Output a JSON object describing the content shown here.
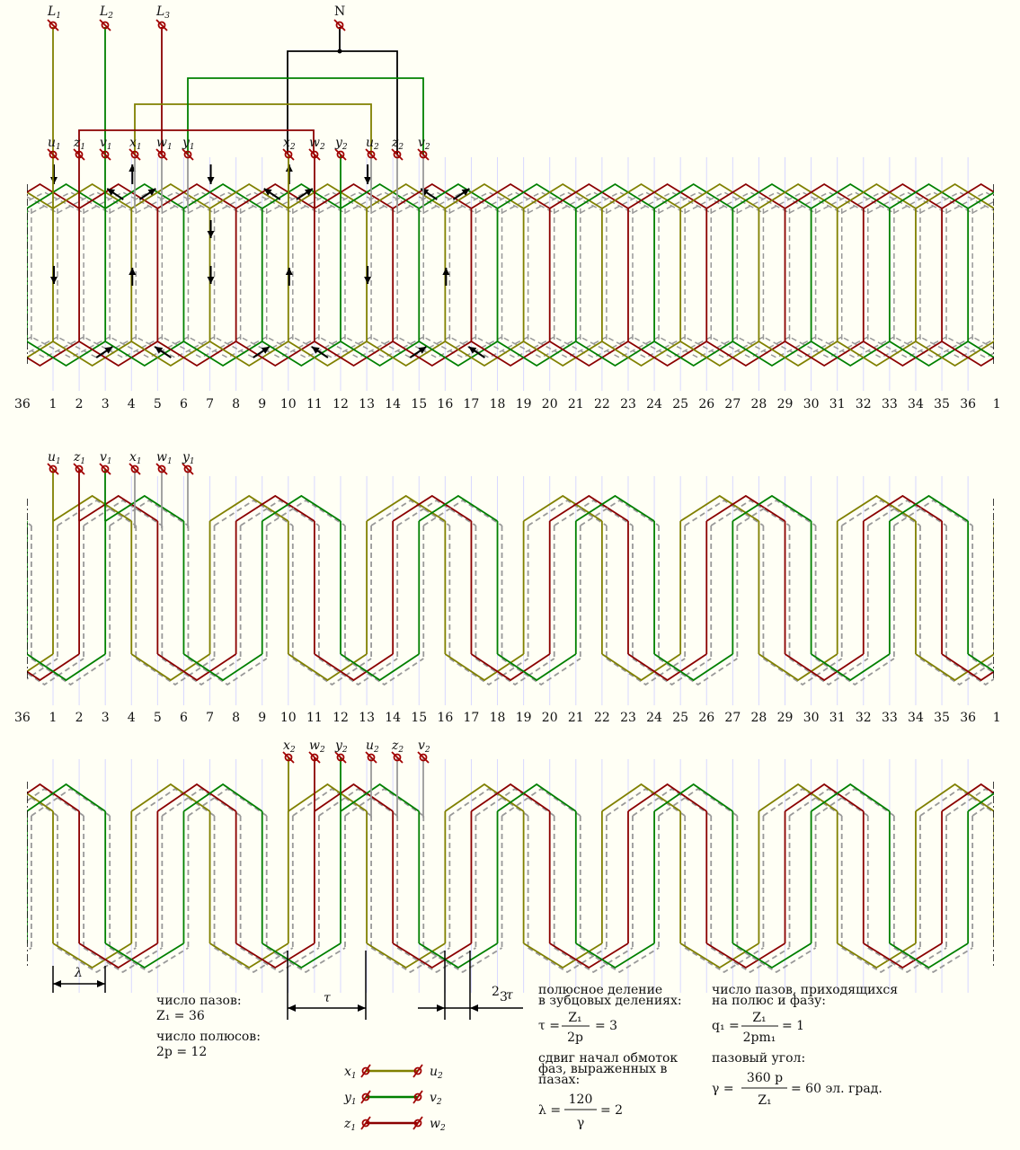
{
  "colors": {
    "phase_u": "#808000",
    "phase_v": "#008000",
    "phase_w": "#8b0000",
    "second_layer": "#999999",
    "grid": "#d8d8ff",
    "terminal": "#a00000",
    "background": "#fffff5"
  },
  "supply": [
    {
      "name": "L",
      "sub": "1"
    },
    {
      "name": "L",
      "sub": "2"
    },
    {
      "name": "L",
      "sub": "3"
    },
    {
      "name": "N",
      "sub": ""
    }
  ],
  "terminals_start": [
    {
      "name": "u",
      "sub": "1"
    },
    {
      "name": "z",
      "sub": "1"
    },
    {
      "name": "v",
      "sub": "1"
    },
    {
      "name": "x",
      "sub": "1"
    },
    {
      "name": "w",
      "sub": "1"
    },
    {
      "name": "y",
      "sub": "1"
    }
  ],
  "terminals_end": [
    {
      "name": "x",
      "sub": "2"
    },
    {
      "name": "w",
      "sub": "2"
    },
    {
      "name": "y",
      "sub": "2"
    },
    {
      "name": "u",
      "sub": "2"
    },
    {
      "name": "z",
      "sub": "2"
    },
    {
      "name": "v",
      "sub": "2"
    }
  ],
  "slot_numbers": [
    "36",
    "1",
    "2",
    "3",
    "4",
    "5",
    "6",
    "7",
    "8",
    "9",
    "10",
    "11",
    "12",
    "13",
    "14",
    "15",
    "16",
    "17",
    "18",
    "19",
    "20",
    "21",
    "22",
    "23",
    "24",
    "25",
    "26",
    "27",
    "28",
    "29",
    "30",
    "31",
    "32",
    "33",
    "34",
    "35",
    "36",
    "1"
  ],
  "dimensions": {
    "lambda": "λ",
    "tau": "τ",
    "two_thirds_num": "2",
    "two_thirds_den": "3",
    "two_thirds_sym": "τ"
  },
  "params": {
    "slots_label": "число пазов:",
    "slots_formula": "Z₁ = 36",
    "poles_label": "число полюсов:",
    "poles_formula": "2p = 12",
    "pole_pitch_label_1": "полюсное деление",
    "pole_pitch_label_2": "в зубцовых делениях:",
    "pole_pitch_lhs": "τ =",
    "pole_pitch_num": "Z₁",
    "pole_pitch_den": "2p",
    "pole_pitch_rhs": "= 3",
    "shift_label_1": "сдвиг начал обмоток",
    "shift_label_2": "фаз, выраженных в",
    "shift_label_3": "пазах:",
    "shift_lhs": "λ =",
    "shift_num": "120",
    "shift_den": "γ",
    "shift_rhs": "= 2",
    "q_label_1": "число пазов, приходящихся",
    "q_label_2": "на полюс и фазу:",
    "q_lhs": "q₁ =",
    "q_num": "Z₁",
    "q_den": "2pm₁",
    "q_rhs": "= 1",
    "angle_label": "пазовый угол:",
    "angle_lhs": "γ =",
    "angle_num": "360 p",
    "angle_den": "Z₁",
    "angle_rhs": "= 60 эл. град."
  },
  "legend": [
    {
      "left": "x",
      "left_sub": "1",
      "right": "u",
      "right_sub": "2",
      "color": "#808000"
    },
    {
      "left": "y",
      "left_sub": "1",
      "right": "v",
      "right_sub": "2",
      "color": "#008000"
    },
    {
      "left": "z",
      "left_sub": "1",
      "right": "w",
      "right_sub": "2",
      "color": "#8b0000"
    }
  ]
}
